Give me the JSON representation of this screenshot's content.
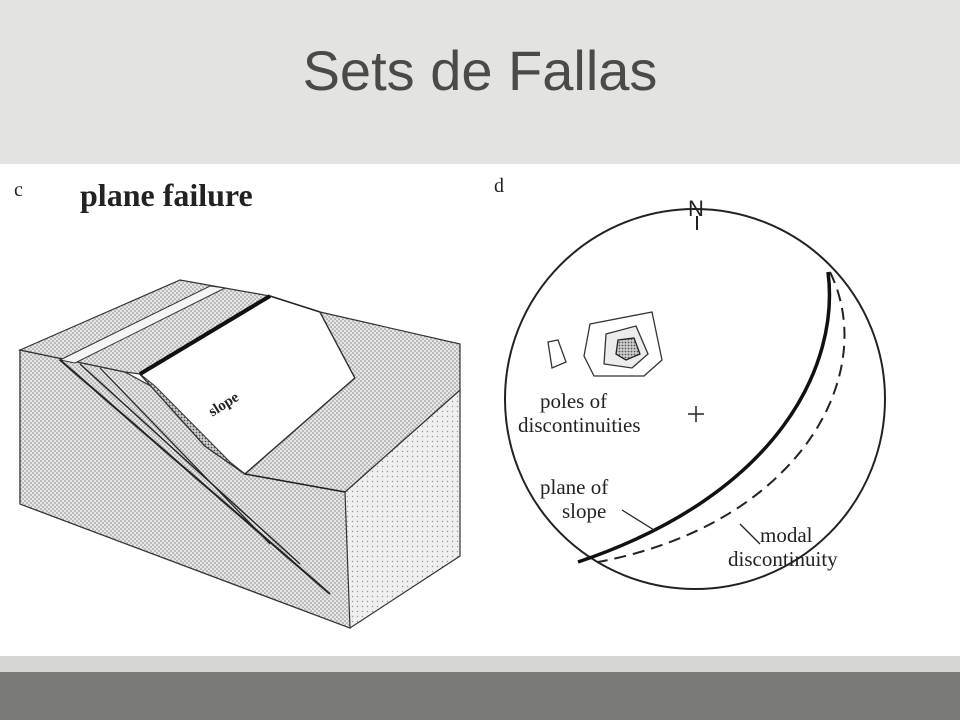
{
  "slide": {
    "title": "Sets de Fallas"
  },
  "figure_c": {
    "letter": "c",
    "heading": "plane failure",
    "slope_label": "slope"
  },
  "figure_d": {
    "letter": "d",
    "north": "N",
    "poles_line1": "poles of",
    "poles_line2": "discontinuities",
    "plane_line1": "plane of",
    "plane_line2": "slope",
    "modal_line1": "modal",
    "modal_line2": "discontinuity"
  },
  "colors": {
    "header": "#e3e3df",
    "footer": "#7a7b77",
    "stripe": "#d6d6d2",
    "title": "#4a4a4a"
  }
}
